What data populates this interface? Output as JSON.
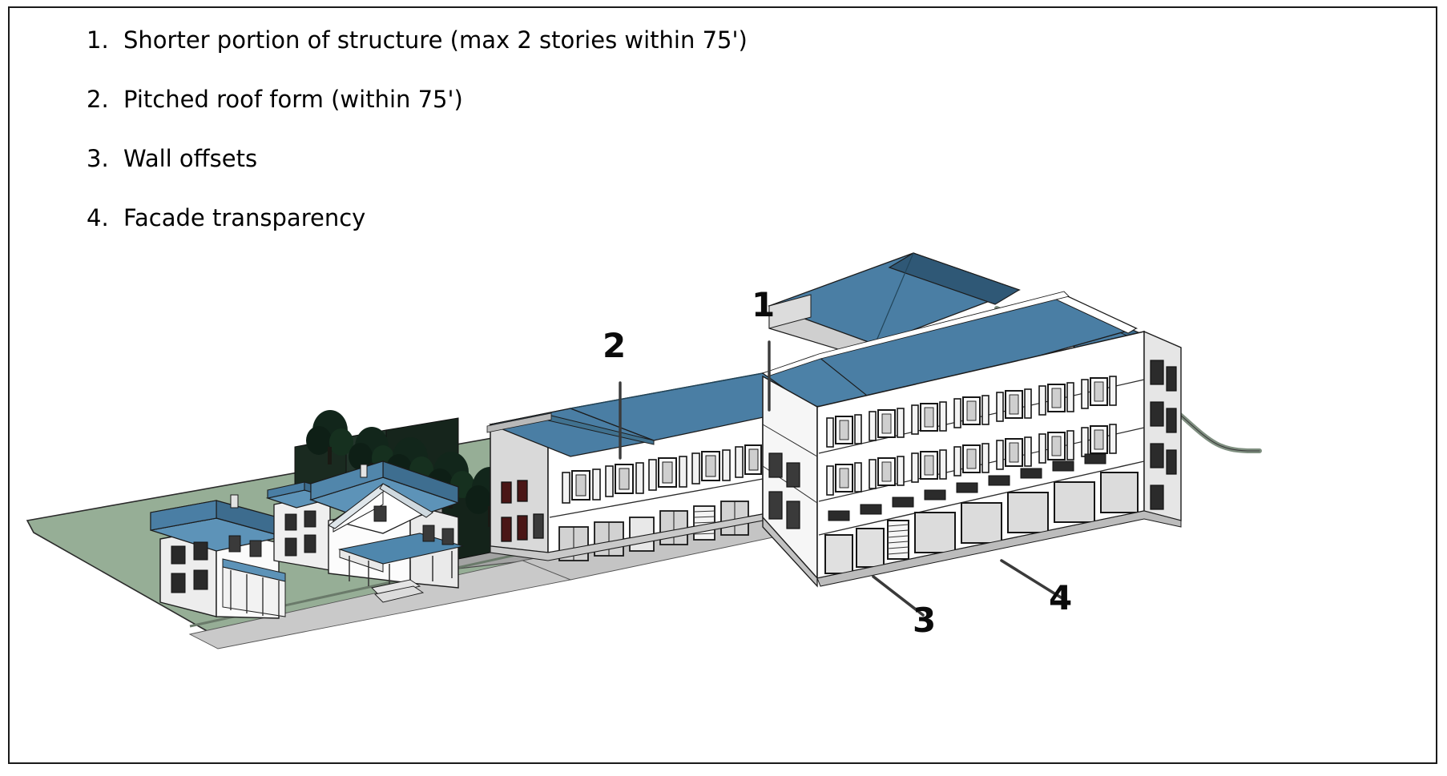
{
  "document": {
    "type": "architectural-massing-diagram",
    "border_color": "#1a1a1a",
    "background": "#ffffff"
  },
  "legend": {
    "items": [
      {
        "number": "1.",
        "label": "Shorter portion of structure (max 2 stories within 75')"
      },
      {
        "number": "2.",
        "label": "Pitched roof form (within 75')"
      },
      {
        "number": "3.",
        "label": "Wall offsets"
      },
      {
        "number": "4.",
        "label": "Facade transparency"
      }
    ]
  },
  "callouts": [
    {
      "id": "1",
      "label": "1",
      "target": "shorter-two-story-portion"
    },
    {
      "id": "2",
      "label": "2",
      "target": "pitched-roof-form"
    },
    {
      "id": "3",
      "label": "3",
      "target": "wall-offset"
    },
    {
      "id": "4",
      "label": "4",
      "target": "facade-transparency-storefront"
    }
  ],
  "scene": {
    "title": "Axonometric site massing view",
    "elements": [
      "site-lawn",
      "parking-lot",
      "sidewalk",
      "street-curve",
      "tree-row",
      "screen-wall",
      "single-family-house-left",
      "single-family-house-center",
      "two-story-building-wing",
      "four-story-mixed-use-building",
      "pitched-roof-volume"
    ],
    "colors": {
      "roof_blue": "#4a7ea4",
      "roof_blue_dark": "#2f5876",
      "roof_blue_light": "#5d93b8",
      "lawn_green": "#96ae96",
      "lawn_green_dark": "#7d9680",
      "pavement_gray": "#a3a3a3",
      "pavement_gray_dark": "#8d8d8d",
      "sidewalk_gray": "#c4c4c4",
      "wall_white": "#ffffff",
      "wall_shade": "#d9d9d9",
      "wall_shade_dark": "#bfbfbf",
      "tree_dark": "#10251a",
      "outline": "#1a1a1a",
      "callout_black": "#0b0b0b",
      "window_dark": "#2a2a2a",
      "glass_gray": "#d2d2d2"
    }
  }
}
